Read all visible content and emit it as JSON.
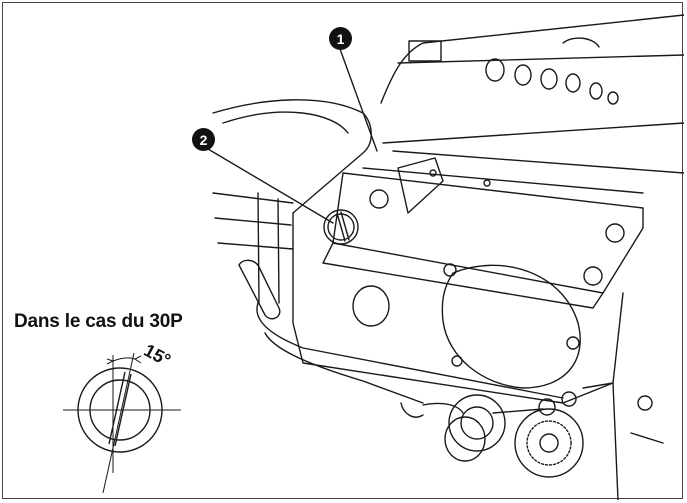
{
  "diagram": {
    "caption": "Dans le cas du 30P",
    "angle_label": "15°",
    "callouts": [
      {
        "label": "1"
      },
      {
        "label": "2"
      }
    ]
  },
  "colors": {
    "line": "#1a1a1a",
    "background": "#ffffff",
    "callout_fill": "#111111"
  }
}
